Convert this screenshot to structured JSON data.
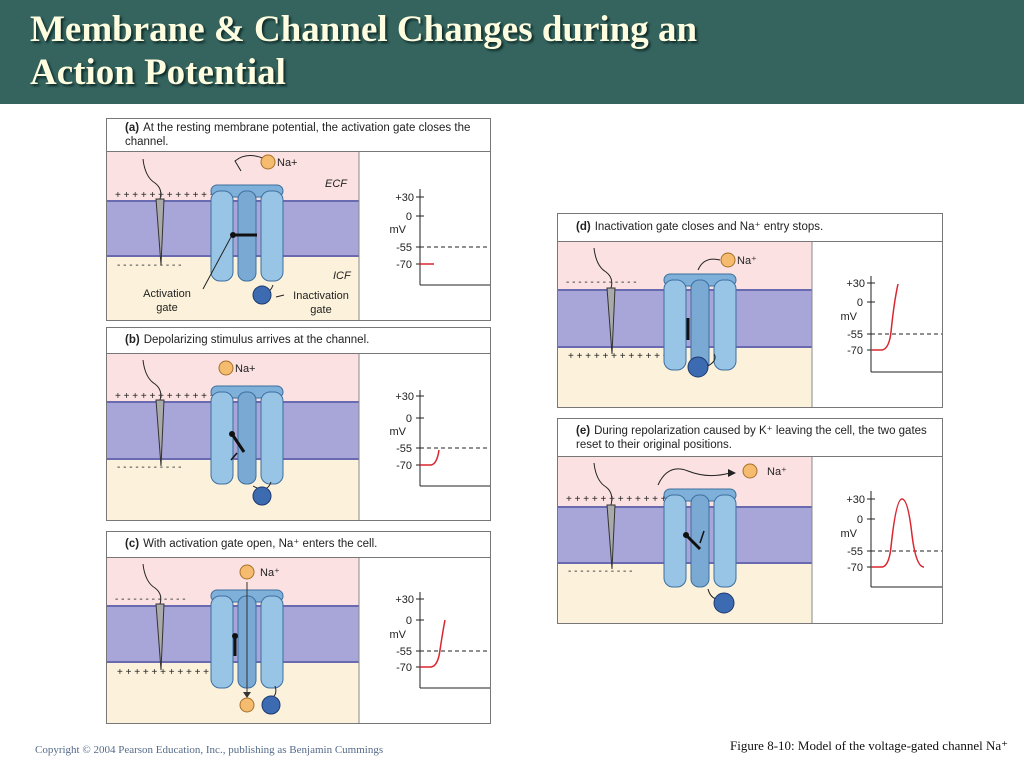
{
  "title": "Membrane & Channel Changes during an\nAction Potential",
  "panels": [
    {
      "letter": "(a)",
      "caption": "At the resting membrane potential, the activation gate closes the channel.",
      "ion": "Na+",
      "ecf": "ECF",
      "icf": "ICF",
      "activation_label": "Activation\ngate",
      "inactivation_label": "Inactivation\ngate",
      "outside_charges": "+ + +   + + +          + + + + + +",
      "inside_charges": "-  -  -     - - -           - - - - -"
    },
    {
      "letter": "(b)",
      "caption": "Depolarizing stimulus arrives at the channel.",
      "ion": "Na+",
      "outside_charges": "+ + +   + + +          + + + + + +",
      "inside_charges": "-  -  -     - - -           - - - - -"
    },
    {
      "letter": "(c)",
      "caption": "With activation gate open, Na⁺ enters the cell.",
      "ion": "Na⁺",
      "outside_charges": "- - -   - - -          - - - - - -",
      "inside_charges": "+ + +   + + +           + + + + + +"
    },
    {
      "letter": "(d)",
      "caption": "Inactivation gate closes and Na⁺ entry stops.",
      "ion": "Na⁺",
      "outside_charges": "- - -   - - -          - - - - - -",
      "inside_charges": "+ + +   + + +           + + + + + +"
    },
    {
      "letter": "(e)",
      "caption": "During repolarization caused by K⁺ leaving the cell, the two gates reset to their original positions.",
      "ion": "Na⁺",
      "outside_charges": "+ + +   + + +          + + + + + +",
      "inside_charges": "-  -  -     - - -           - - - - -"
    }
  ],
  "graph": {
    "ticks": [
      "+30",
      "0",
      "-55",
      "-70"
    ],
    "unit": "mV"
  },
  "footer": {
    "copyright": "Copyright © 2004 Pearson Education, Inc., publishing as Benjamin Cummings",
    "figure": "Figure 8-10: Model of the voltage-gated channel Na⁺"
  },
  "colors": {
    "title_bar": "#35635e",
    "ecf": "#fbe1e1",
    "icf": "#fcf2dc",
    "membrane": "#a8a6d8",
    "channel": "#98c4e6",
    "na_ion": "#f5bb6e",
    "inactivation_ball": "#3d6bb2",
    "trace": "#d9262f"
  }
}
